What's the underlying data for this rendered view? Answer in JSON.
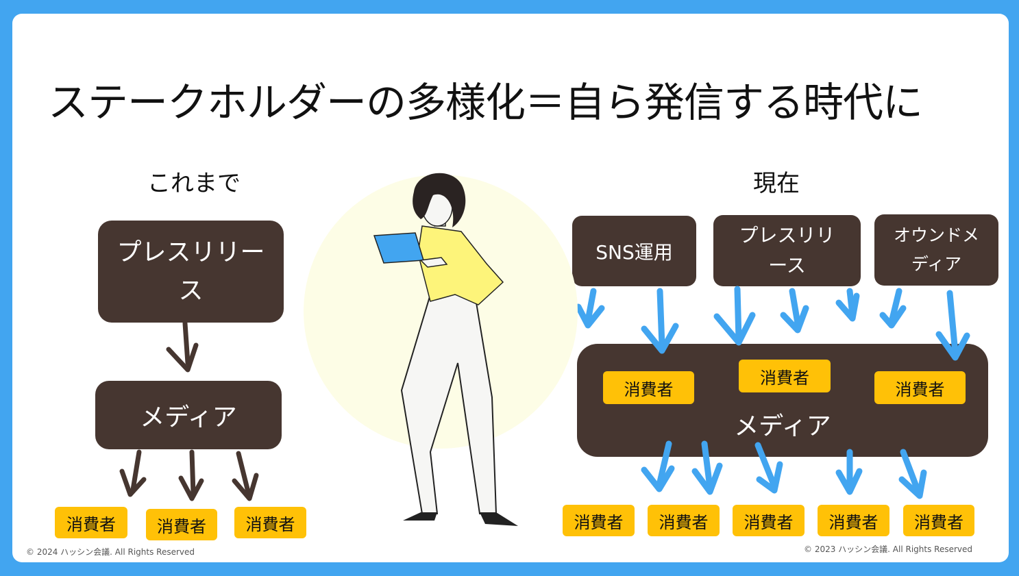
{
  "title": "ステークホルダーの多様化＝自ら発信する時代に",
  "left": {
    "heading": "これまで",
    "press_release": "プレスリリース",
    "media": "メディア",
    "consumers": [
      "消費者",
      "消費者",
      "消費者"
    ]
  },
  "right": {
    "heading": "現在",
    "sources": [
      "SNS運用",
      "プレスリリース",
      "オウンドメディア"
    ],
    "media": "メディア",
    "inner_consumers": [
      "消費者",
      "消費者",
      "消費者"
    ],
    "bottom_consumers": [
      "消費者",
      "消費者",
      "消費者",
      "消費者",
      "消費者"
    ]
  },
  "copyright_left": "© 2024 ハッシン会議. All Rights Reserved",
  "copyright_right": "© 2023 ハッシン会議. All Rights Reserved",
  "colors": {
    "frame": "#42a5f0",
    "box": "#463630",
    "consumer": "#ffc107",
    "arrow_dark": "#463630",
    "arrow_blue": "#42a5f0",
    "figure_shirt": "#fdf47a"
  },
  "illustration": "woman-with-laptop"
}
